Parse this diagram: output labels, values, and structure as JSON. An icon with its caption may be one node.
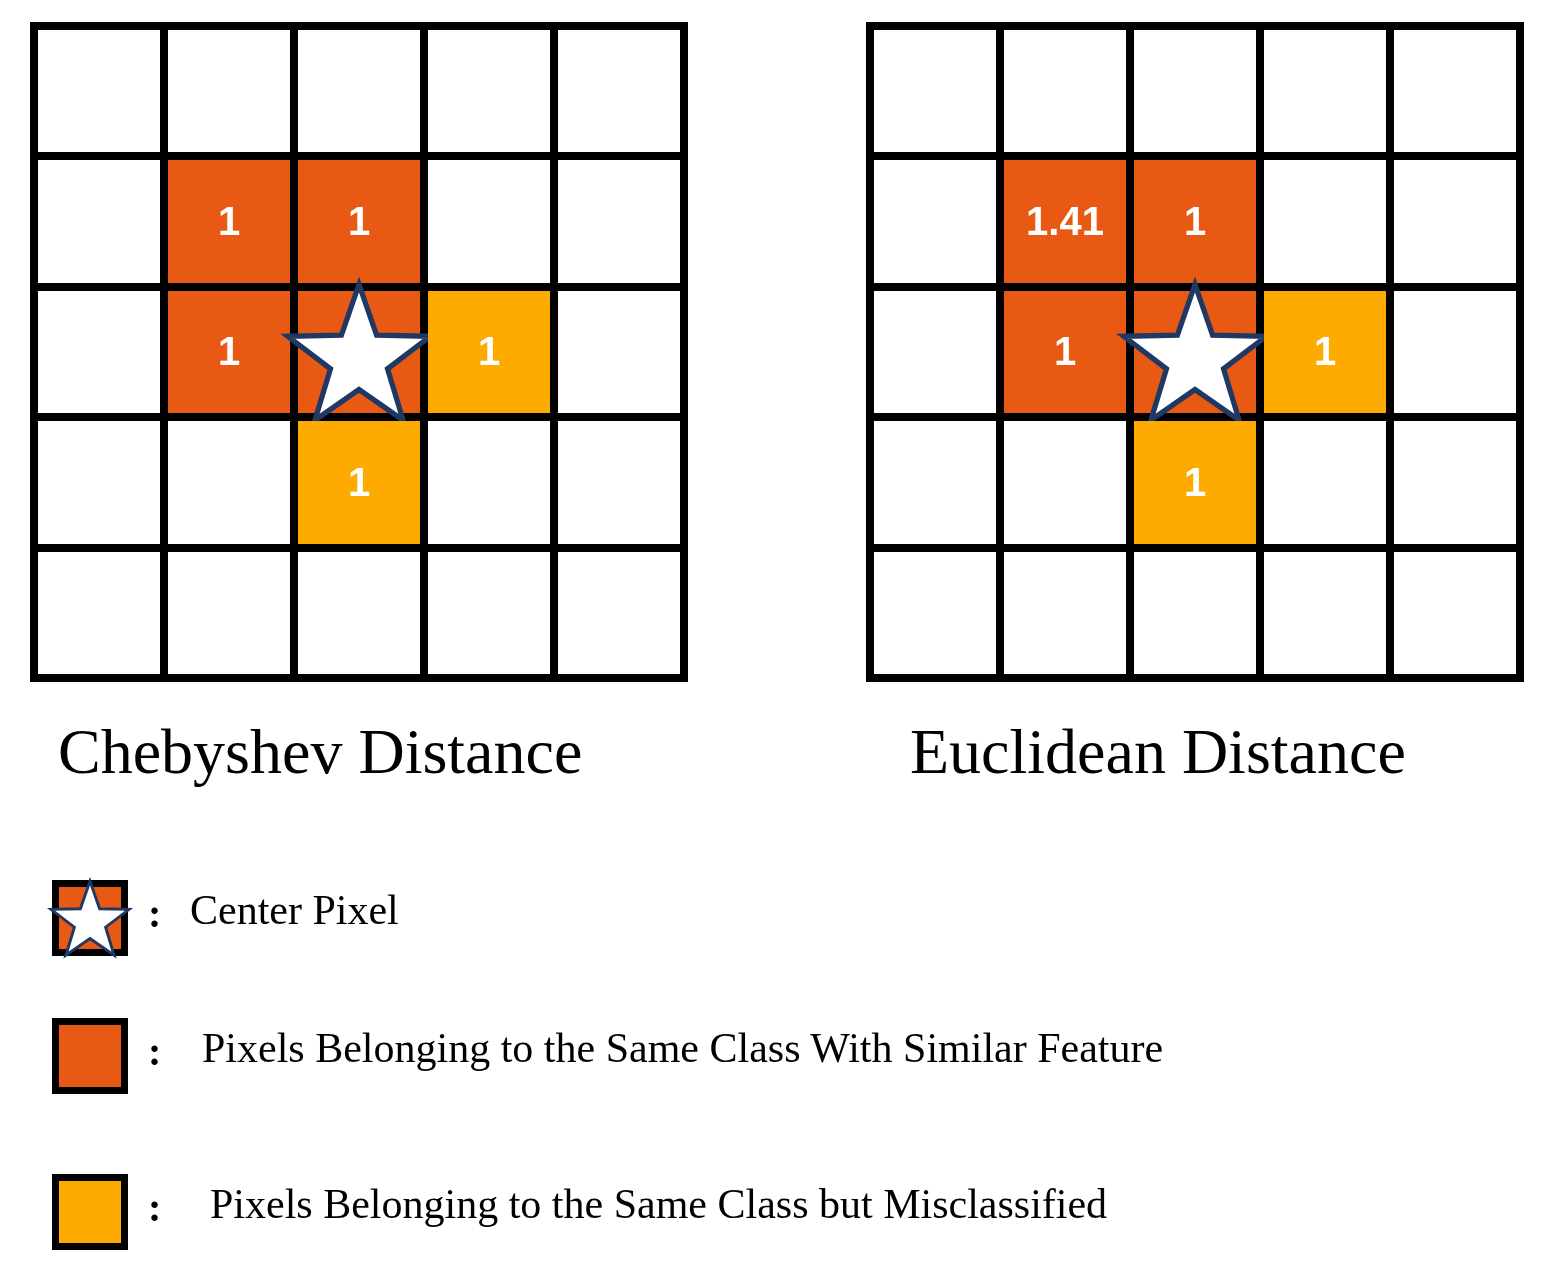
{
  "diagram": {
    "labels": [
      "1",
      "1",
      "1",
      "1",
      "1",
      "Chebyshev Distance",
      "1.41",
      "1",
      "1",
      "1",
      "1",
      "Euclidean Distance",
      ":",
      ":",
      ":"
    ],
    "legend": [
      {
        "text": "Center Pixel"
      },
      {
        "text": "Pixels Belonging to the Same Class With Similar Feature",
        "color": "#e85a13"
      },
      {
        "text": "Pixels Belonging to the Same Class but Misclassified",
        "color": "#fdab00"
      }
    ]
  }
}
